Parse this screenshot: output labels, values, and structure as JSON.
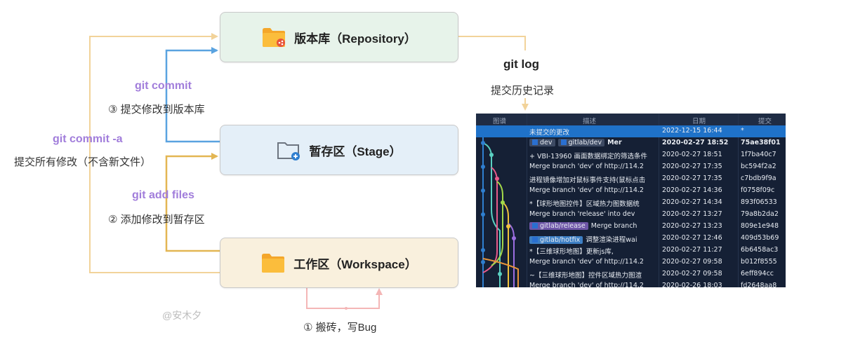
{
  "boxes": {
    "repository": "版本库（Repository）",
    "stage": "暂存区（Stage）",
    "workspace": "工作区（Workspace）"
  },
  "labels": {
    "git_commit": "git commit",
    "commit_step": "③ 提交修改到版本库",
    "git_commit_a": "git commit -a",
    "commit_all": "提交所有修改（不含新文件）",
    "git_add": "git add files",
    "add_step": "② 添加修改到暂存区",
    "work_step": "① 搬砖，写Bug",
    "git_log": "git log",
    "history": "提交历史记录",
    "watermark": "@安木夕"
  },
  "colors": {
    "repo_bg": "#e7f3ea",
    "stage_bg": "#e4eff8",
    "work_bg": "#f9f0dd",
    "arrow_blue": "#5aa3e0",
    "arrow_gold": "#e3b653",
    "arrow_light": "#f2d39a",
    "arrow_pink": "#f4b6b6",
    "purple": "#a17ddb"
  },
  "icons": {
    "repository": "folder-share-icon",
    "stage": "folder-add-icon",
    "workspace": "folder-icon"
  },
  "log": {
    "columns": [
      "图谱",
      "描述",
      "日期",
      "提交"
    ],
    "rows": [
      {
        "desc": "未提交的更改",
        "date": "2022-12-15 16:44",
        "hash": "*",
        "selected": true
      },
      {
        "desc": "Mer",
        "tags": [
          "dev",
          "gitlab/dev"
        ],
        "date": "2020-02-27 18:52",
        "hash": "75ae38f01",
        "bold": true
      },
      {
        "desc": "+ VBI-13960 画面数据绑定的筛选条件",
        "date": "2020-02-27 18:51",
        "hash": "1f7ba40c7"
      },
      {
        "desc": "Merge branch 'dev' of http://114.2",
        "date": "2020-02-27 17:35",
        "hash": "bc594f2a2"
      },
      {
        "desc": "进程镜像增加对鼠标事件支持(鼠标点击",
        "date": "2020-02-27 17:35",
        "hash": "c7bdb9f9a"
      },
      {
        "desc": "Merge branch 'dev' of http://114.2",
        "date": "2020-02-27 14:36",
        "hash": "f0758f09c"
      },
      {
        "desc": "*【球形地图控件】区域热力图数据统",
        "date": "2020-02-27 14:34",
        "hash": "893f06533"
      },
      {
        "desc": "Merge branch 'release' into dev",
        "date": "2020-02-27 13:27",
        "hash": "79a8b2da2"
      },
      {
        "desc": "Merge branch",
        "tags": [
          "gitlab/release"
        ],
        "date": "2020-02-27 13:23",
        "hash": "809e1e948"
      },
      {
        "desc": "调整渲染进程wai",
        "tags": [
          "gitlab/hotfix"
        ],
        "date": "2020-02-27 12:46",
        "hash": "409d53b69"
      },
      {
        "desc": "*【三维球形地图】更新js库,",
        "date": "2020-02-27 11:27",
        "hash": "6b6458ac3"
      },
      {
        "desc": "Merge branch 'dev' of http://114.2",
        "date": "2020-02-27 09:58",
        "hash": "b012f8555"
      },
      {
        "desc": "~【三维球形地图】控件区域热力图渲",
        "date": "2020-02-27 09:58",
        "hash": "6eff894cc"
      },
      {
        "desc": "Merge branch 'dev' of http://114.2",
        "date": "2020-02-26 18:03",
        "hash": "fd2648aa8"
      }
    ]
  }
}
